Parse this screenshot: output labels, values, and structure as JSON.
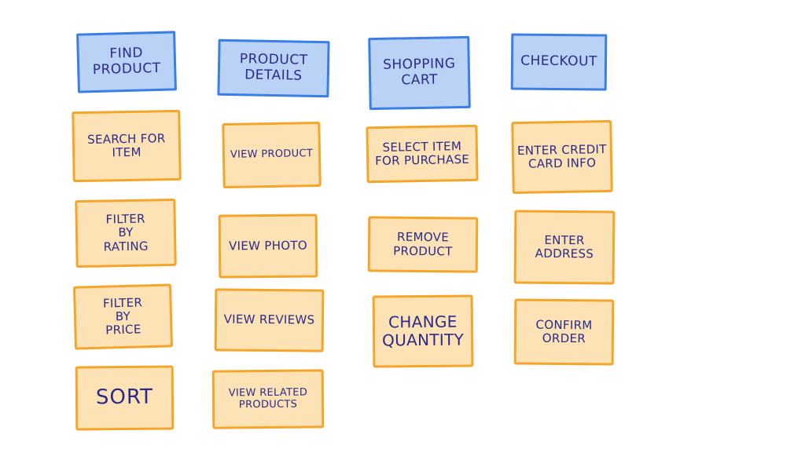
{
  "epics": [
    {
      "label": "Find\nProduct"
    },
    {
      "label": "Product\nDetails"
    },
    {
      "label": "Shopping\nCart"
    },
    {
      "label": "Checkout"
    }
  ],
  "find_product": [
    {
      "label": "Search For\nItem"
    },
    {
      "label": "Filter\nby\nRating"
    },
    {
      "label": "Filter\nby\nPrice"
    },
    {
      "label": "Sort"
    }
  ],
  "product_details": [
    {
      "label": "View Product"
    },
    {
      "label": "View Photo"
    },
    {
      "label": "View Reviews"
    },
    {
      "label": "View Related\nProducts"
    }
  ],
  "shopping_cart": [
    {
      "label": "Select Item\nfor Purchase"
    },
    {
      "label": "Remove\nProduct"
    },
    {
      "label": "Change\nQuantity"
    }
  ],
  "checkout": [
    {
      "label": "Enter Credit\nCard Info"
    },
    {
      "label": "Enter Address"
    },
    {
      "label": "Confirm\nOrder"
    }
  ]
}
